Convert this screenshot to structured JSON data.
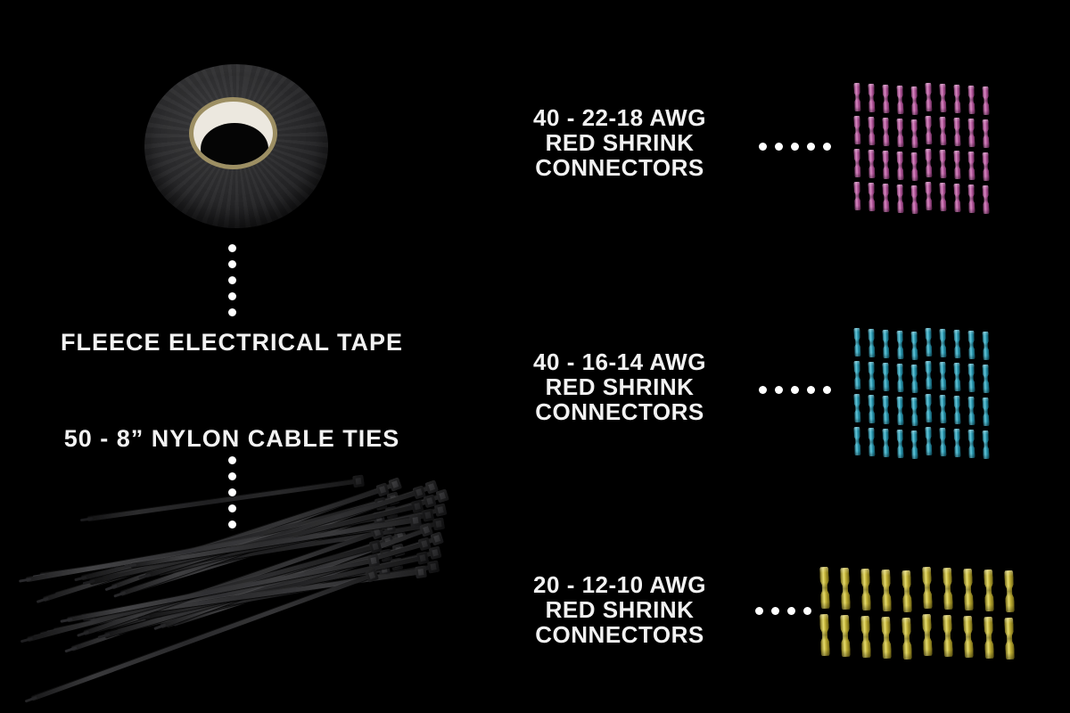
{
  "colors": {
    "background": "#000000",
    "text": "#f2f2f2",
    "leader_dot": "#ffffff",
    "tape_fabric": "#2c2c2e",
    "tape_core": "#ece8df",
    "tape_core_ring": "#9d8f63",
    "cable_tie": "#2a2a2c"
  },
  "left": {
    "tape": {
      "label": "FLEECE ELECTRICAL TAPE",
      "leader_dots": 5
    },
    "cable_ties": {
      "label": "50 - 8” NYLON CABLE TIES",
      "leader_dots": 5
    }
  },
  "right_groups": [
    {
      "label_lines": [
        "40 - 22-18 AWG",
        "RED SHRINK",
        "CONNECTORS"
      ],
      "leader_dots": 5,
      "grid": {
        "rows": 4,
        "cols": 10,
        "count": 40
      },
      "colors": {
        "base": "#b2549a",
        "light": "#da8cc4",
        "dark": "#642a56"
      }
    },
    {
      "label_lines": [
        "40 - 16-14 AWG",
        "RED SHRINK",
        "CONNECTORS"
      ],
      "leader_dots": 5,
      "grid": {
        "rows": 4,
        "cols": 10,
        "count": 40
      },
      "colors": {
        "base": "#2795ae",
        "light": "#67cadd",
        "dark": "#124f5e"
      }
    },
    {
      "label_lines": [
        "20 - 12-10 AWG",
        "RED SHRINK",
        "CONNECTORS"
      ],
      "leader_dots": 4,
      "grid": {
        "rows": 2,
        "cols": 10,
        "count": 20
      },
      "colors": {
        "base": "#bcab32",
        "light": "#e6dc6e",
        "dark": "#6b6013"
      }
    }
  ]
}
